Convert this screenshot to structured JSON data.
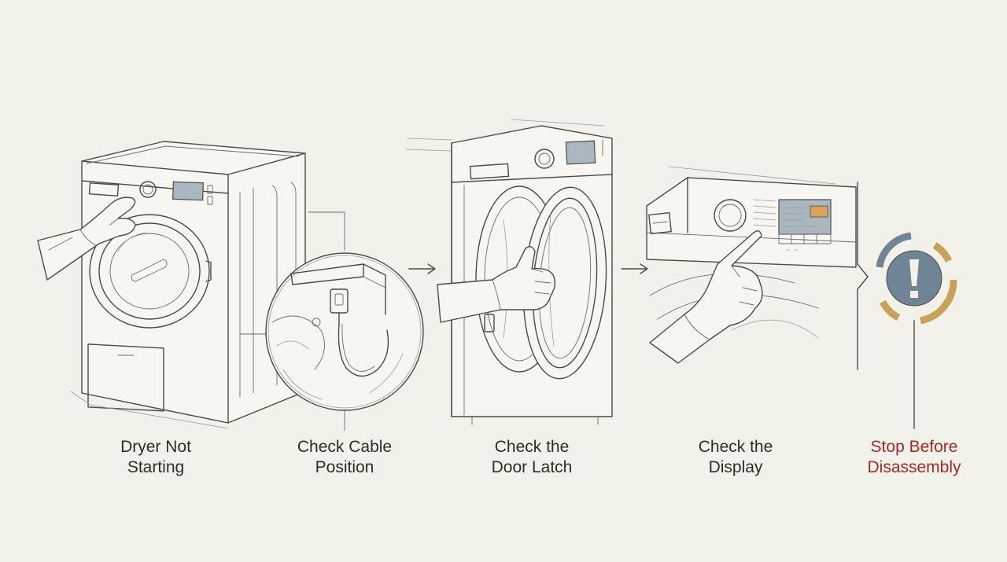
{
  "steps": [
    {
      "line1": "Dryer Not",
      "line2": "Starting"
    },
    {
      "line1": "Check Cable",
      "line2": "Position"
    },
    {
      "line1": "Check the",
      "line2": "Door Latch"
    },
    {
      "line1": "Check the",
      "line2": "Display"
    },
    {
      "line1": "Stop Before",
      "line2": "Disassembly"
    }
  ],
  "colors": {
    "background": "#f3f2ea",
    "ink": "#4a4a4a",
    "screen": "#aab6c0",
    "screen_highlight": "#d9a45a",
    "warning_text": "#a52a22",
    "warning_icon": "#6f8596",
    "warning_ring_gold": "#c9a25a",
    "warning_ring_blue": "#6f8596"
  },
  "icons": [
    "arrow-right-icon",
    "exclamation-warning-icon",
    "power-plug-icon"
  ]
}
